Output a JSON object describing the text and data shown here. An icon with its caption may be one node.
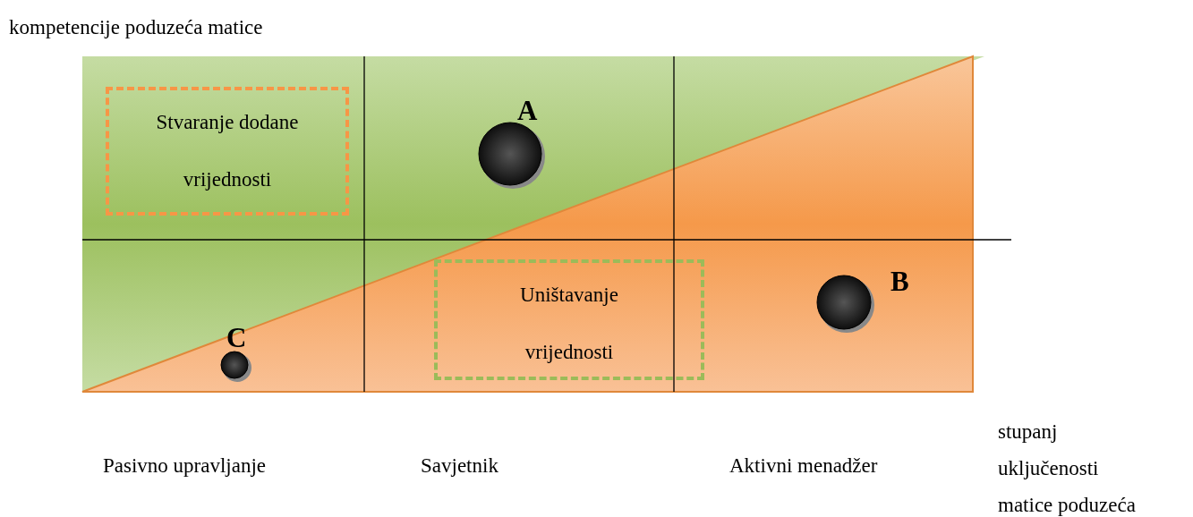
{
  "diagram": {
    "nodes": [
      {
        "text": [
          "Stvaranje dodane vrijednosti"
        ]
      },
      {
        "text": [
          "A"
        ]
      },
      {
        "text": [
          "Uništavanje vrijednosti"
        ]
      },
      {
        "text": [
          "B"
        ]
      },
      {
        "text": [
          "C"
        ]
      }
    ],
    "edges": [],
    "labels": [
      "kompetencije poduzeća matice",
      "Pasivno upravljanje",
      "Savjetnik",
      "Aktivni menadžer",
      "stupanj uključenosti matice poduzeća"
    ]
  }
}
